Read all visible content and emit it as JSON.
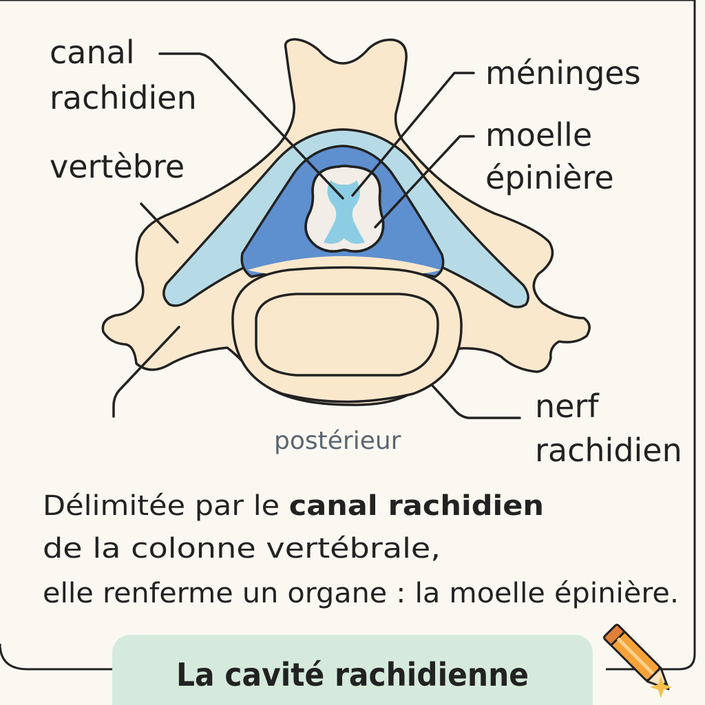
{
  "labels": {
    "canal_line1": "canal",
    "canal_line2": "rachidien",
    "vertebre": "vertèbre",
    "meninges": "méninges",
    "moelle_line1": "moelle",
    "moelle_line2": "épinière",
    "nerf_line1": "nerf",
    "nerf_line2": "rachidien",
    "posterieur": "postérieur"
  },
  "description": {
    "line1_prefix": "Délimitée par le ",
    "line1_bold": "canal rachidien",
    "line2": "de la colonne vertébrale,",
    "line3": "elle renferme un organe : la moelle épinière."
  },
  "title_badge": {
    "text": "La cavité rachidienne"
  },
  "colors": {
    "background": "#fbf8f1",
    "bone": "#fae8cd",
    "meninges_light": "#b7dbe6",
    "canal_blue": "#5e8fcf",
    "cord_white": "#f2ede6",
    "cord_gray_matter": "#8ccde3",
    "outline": "#222222",
    "badge": "#d5eadc",
    "pencil": "#f5a23a"
  },
  "icons": {
    "decoration": "pencil-icon",
    "sparkle": "sparkle-icon"
  }
}
